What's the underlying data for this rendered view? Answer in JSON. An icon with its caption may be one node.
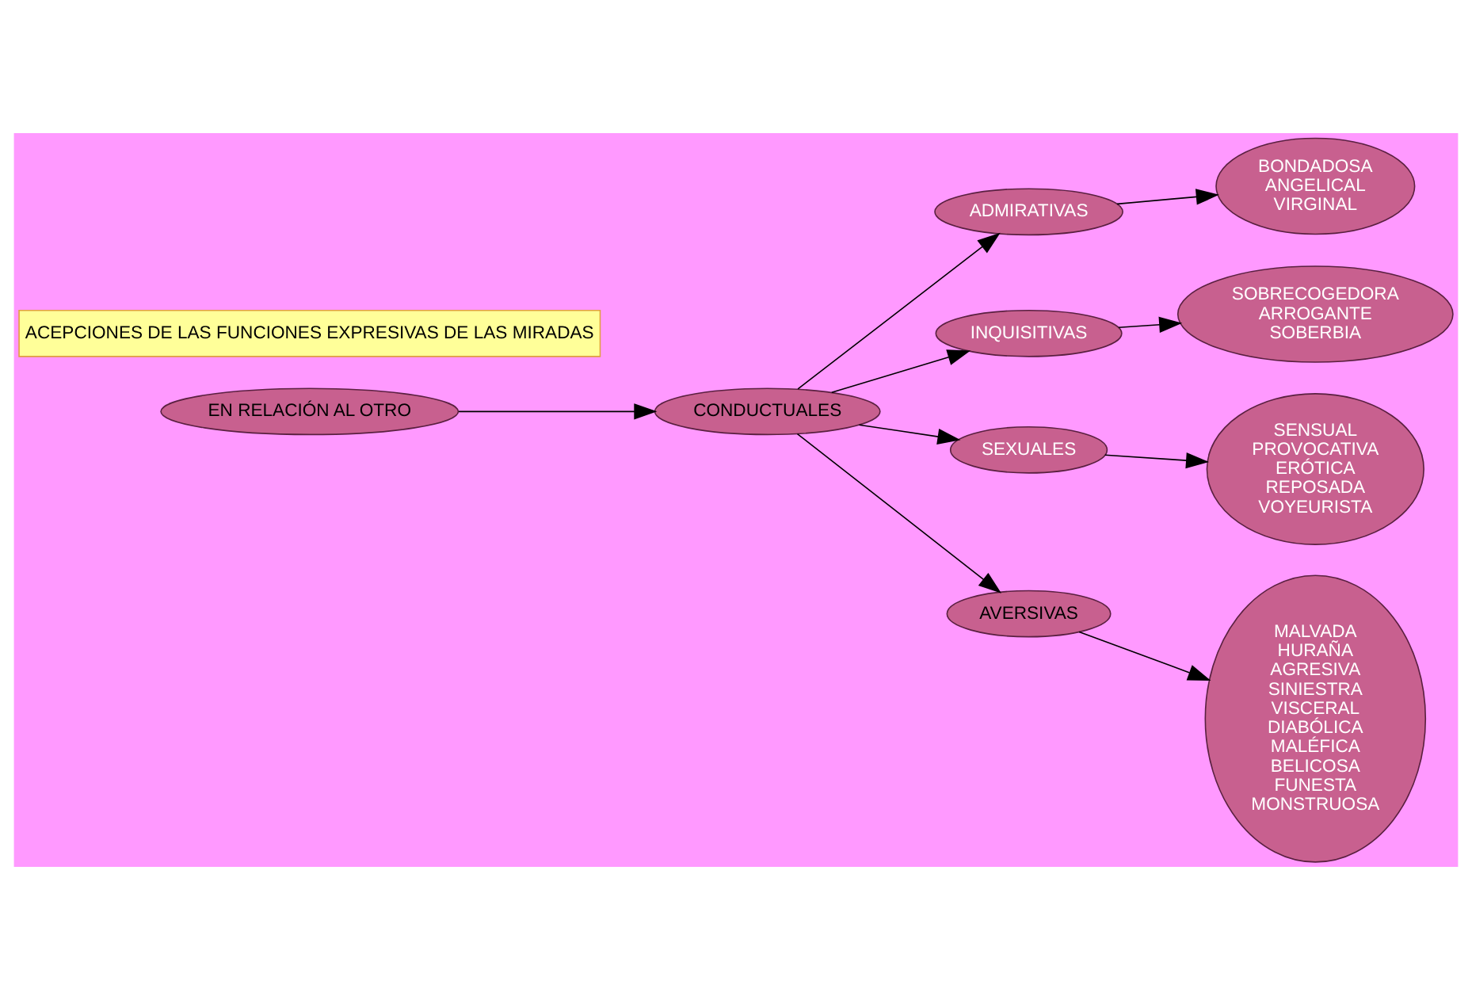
{
  "diagram": {
    "nodes": [
      {
        "text": [
          "ACEPCIONES DE LAS FUNCIONES EXPRESIVAS DE LAS MIRADAS"
        ]
      },
      {
        "text": [
          "EN RELACIÓN AL OTRO"
        ]
      },
      {
        "text": [
          "CONDUCTUALES"
        ]
      },
      {
        "text": [
          "ADMIRATIVAS"
        ]
      },
      {
        "text": [
          "BONDADOSA",
          "ANGELICAL",
          "VIRGINAL"
        ]
      },
      {
        "text": [
          "INQUISITIVAS"
        ]
      },
      {
        "text": [
          "SOBRECOGEDORA",
          "ARROGANTE",
          "SOBERBIA"
        ]
      },
      {
        "text": [
          "SEXUALES"
        ]
      },
      {
        "text": [
          "SENSUAL",
          "PROVOCATIVA",
          "ERÓTICA",
          "REPOSADA",
          "VOYEURISTA"
        ]
      },
      {
        "text": [
          "AVERSIVAS"
        ]
      },
      {
        "text": [
          "MALVADA",
          "HURAÑA",
          "AGRESIVA",
          "SINIESTRA",
          "VISCERAL",
          "DIABÓLICA",
          "MALÉFICA",
          "BELICOSA",
          "FUNESTA",
          "MONSTRUOSA"
        ]
      }
    ],
    "edges": [
      {
        "from": 1,
        "to": 2,
        "arrow": "to"
      },
      {
        "from": 2,
        "to": 3,
        "arrow": "to"
      },
      {
        "from": 2,
        "to": 5,
        "arrow": "to"
      },
      {
        "from": 2,
        "to": 7,
        "arrow": "to"
      },
      {
        "from": 2,
        "to": 9,
        "arrow": "to"
      },
      {
        "from": 3,
        "to": 4,
        "arrow": "to"
      },
      {
        "from": 5,
        "to": 6,
        "arrow": "to"
      },
      {
        "from": 7,
        "to": 8,
        "arrow": "to"
      },
      {
        "from": 9,
        "to": 10,
        "arrow": "to"
      }
    ]
  }
}
